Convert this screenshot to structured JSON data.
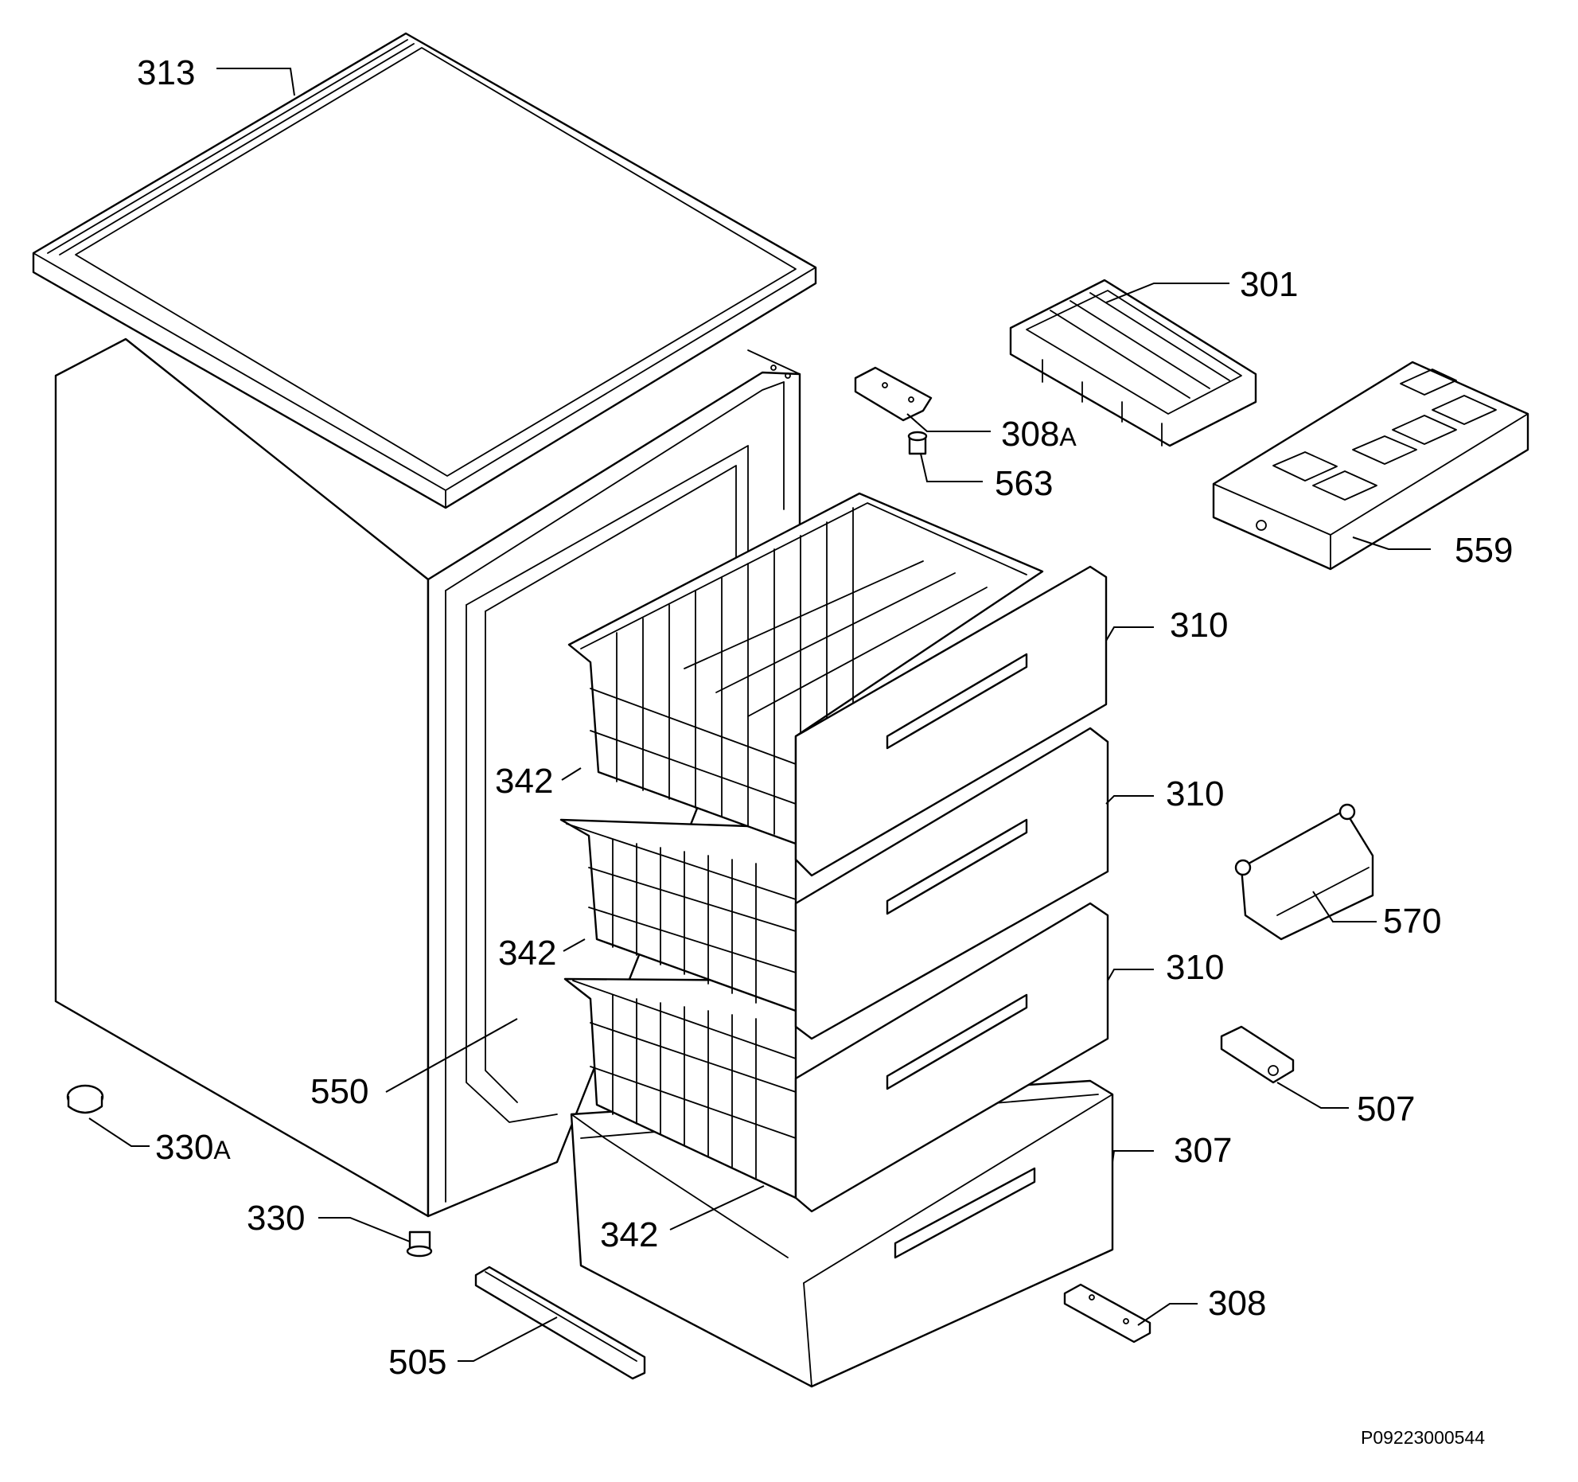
{
  "labels": {
    "p313": "313",
    "p301": "301",
    "p308a_num": "308",
    "p308a_suffix": "A",
    "p563": "563",
    "p559": "559",
    "p310_top": "310",
    "p310_mid": "310",
    "p310_bot": "310",
    "p342_top": "342",
    "p342_mid": "342",
    "p342_bot": "342",
    "p570": "570",
    "p550": "550",
    "p507": "507",
    "p330a_num": "330",
    "p330a_suffix": "A",
    "p307": "307",
    "p330": "330",
    "p308": "308",
    "p505": "505"
  },
  "drawing_code": "P09223000544"
}
